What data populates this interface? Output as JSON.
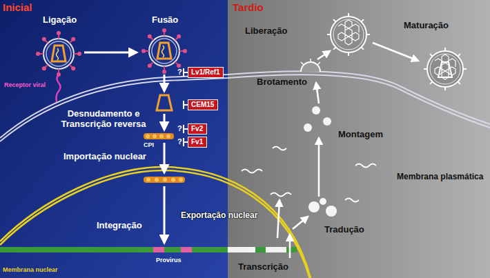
{
  "diagram": {
    "nodes": [
      {
        "text": [
          "Lv1/Ref1"
        ]
      },
      {
        "text": [
          "CEM15"
        ]
      },
      {
        "text": [
          "Fv2"
        ]
      },
      {
        "text": [
          "Fv1"
        ]
      }
    ],
    "labels": [
      "Inicial",
      "Tardio",
      "Ligação",
      "Fusão",
      "Liberação",
      "Maturação",
      "Receptor viral",
      "?",
      "Brotamento",
      "Desnudamento e Transcrição reversa",
      "?",
      "?",
      "CPI",
      "Montagem",
      "Importação nuclear",
      "Membrana plasmática",
      "Exportação nuclear",
      "Integração",
      "Tradução",
      "Provirus",
      "Transcrição",
      "Membrana nuclear"
    ]
  }
}
